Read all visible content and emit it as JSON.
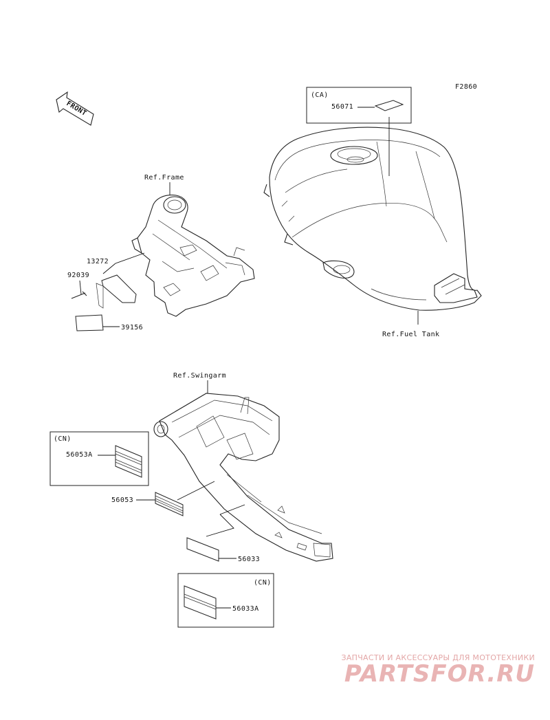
{
  "figure_code": "F2860",
  "front_label": "FRONT",
  "references": {
    "frame": "Ref.Frame",
    "fuel_tank": "Ref.Fuel Tank",
    "swingarm": "Ref.Swingarm"
  },
  "market_codes": {
    "ca": "(CA)",
    "cn_top": "(CN)",
    "cn_bottom": "(CN)"
  },
  "parts": {
    "p56071": "56071",
    "p13272": "13272",
    "p92039": "92039",
    "p39156": "39156",
    "p56053A": "56053A",
    "p56053": "56053",
    "p56033": "56033",
    "p56033A": "56033A"
  },
  "watermark": {
    "line1": "ЗАПЧАСТИ И АКСЕССУАРЫ ДЛЯ МОТОТЕХНИКИ",
    "line2": "PARTSFOR.RU"
  },
  "colors": {
    "line": "#222222",
    "watermark": "#e9b4b4"
  }
}
